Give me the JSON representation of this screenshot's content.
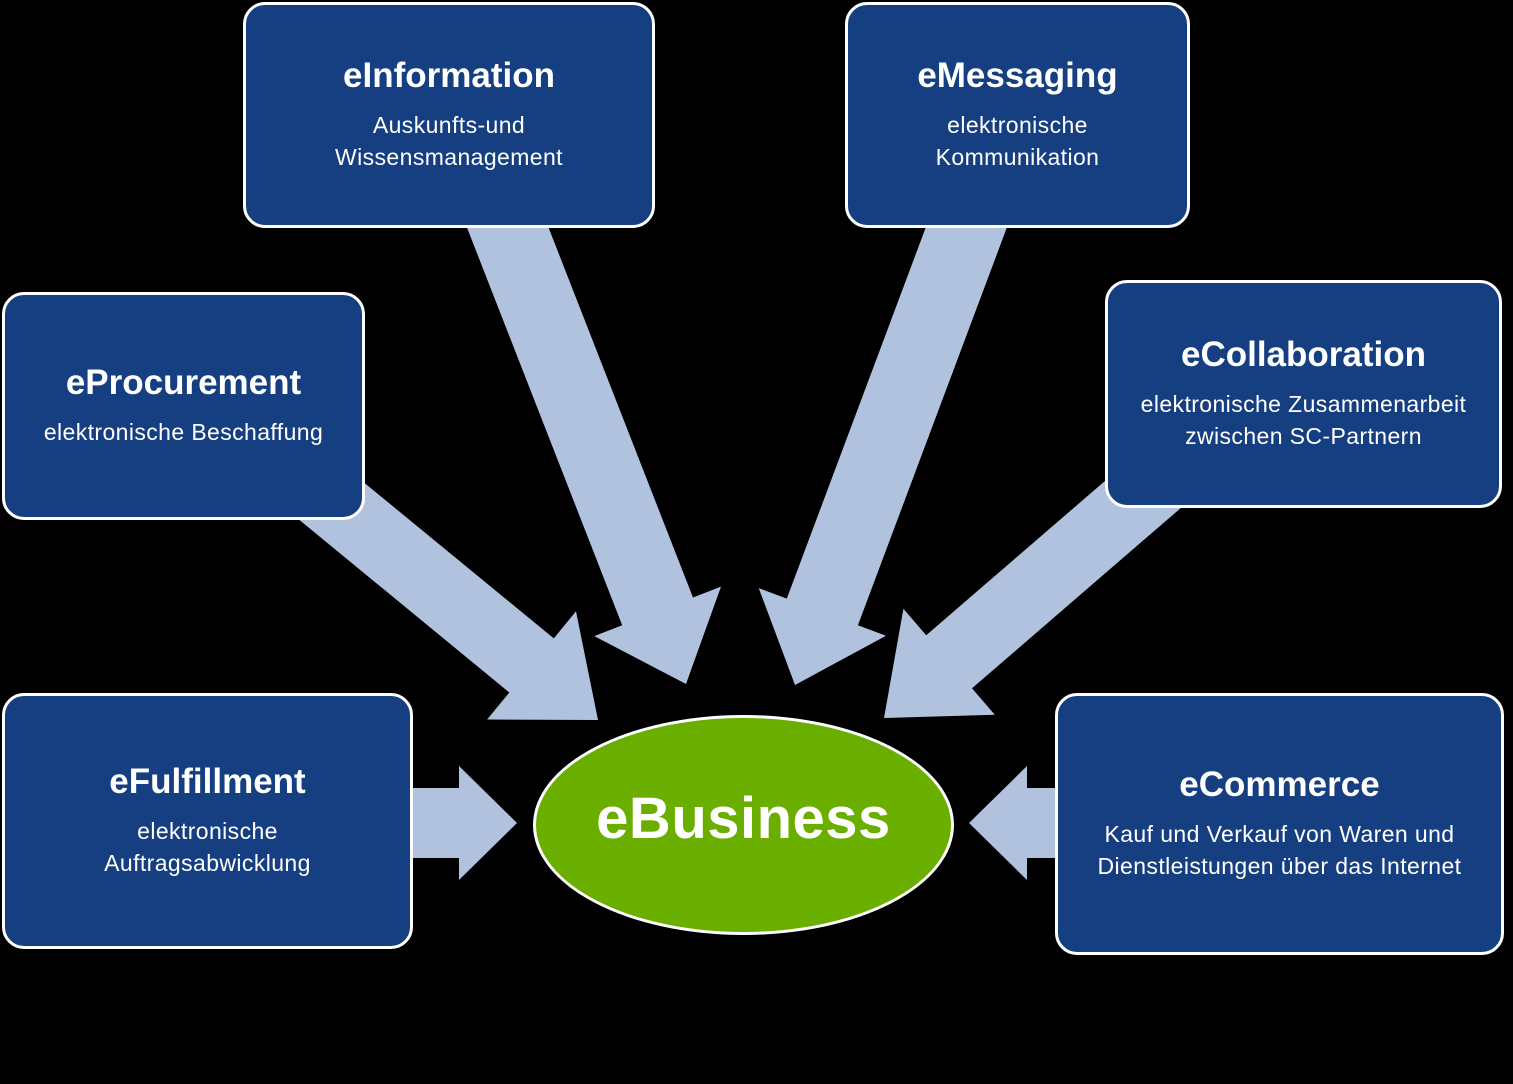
{
  "colors": {
    "background": "#000000",
    "box_fill": "#163F82",
    "box_border": "#ffffff",
    "arrow": "#B0C2DE",
    "center_fill": "#6AAF00",
    "text": "#ffffff"
  },
  "center": {
    "label": "eBusiness"
  },
  "nodes": {
    "einformation": {
      "title": "eInformation",
      "desc": [
        "Auskunfts-und",
        "Wissensmanagement"
      ]
    },
    "emessaging": {
      "title": "eMessaging",
      "desc": [
        "elektronische",
        "Kommunikation"
      ]
    },
    "eprocurement": {
      "title": "eProcurement",
      "desc": [
        "elektronische Beschaffung"
      ]
    },
    "ecollaboration": {
      "title": "eCollaboration",
      "desc": [
        "elektronische Zusammenarbeit",
        "zwischen SC-Partnern"
      ]
    },
    "efulfillment": {
      "title": "eFulfillment",
      "desc": [
        "elektronische",
        "Auftragsabwicklung"
      ]
    },
    "ecommerce": {
      "title": "eCommerce",
      "desc": [
        "Kauf und Verkauf von Waren und",
        "Dienstleistungen über das Internet"
      ]
    }
  }
}
